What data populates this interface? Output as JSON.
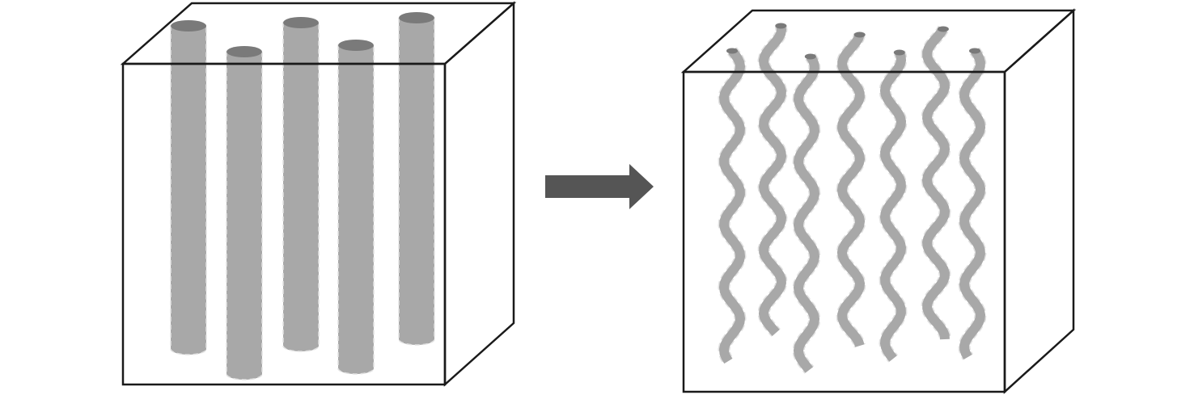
{
  "diagram": {
    "left_panel": {
      "shape": "cube",
      "rod_style": "straight",
      "rod_count": 5
    },
    "arrow": {
      "direction": "right"
    },
    "right_panel": {
      "shape": "cube",
      "rod_style": "wavy",
      "rod_count": 7
    },
    "colors": {
      "rod_fill": "#a8a8a8",
      "rod_cap": "#7a7a7a",
      "rod_dash": "#e2e2e2",
      "cube_stroke": "#1a1a1a",
      "arrow_fill": "#555555"
    }
  }
}
